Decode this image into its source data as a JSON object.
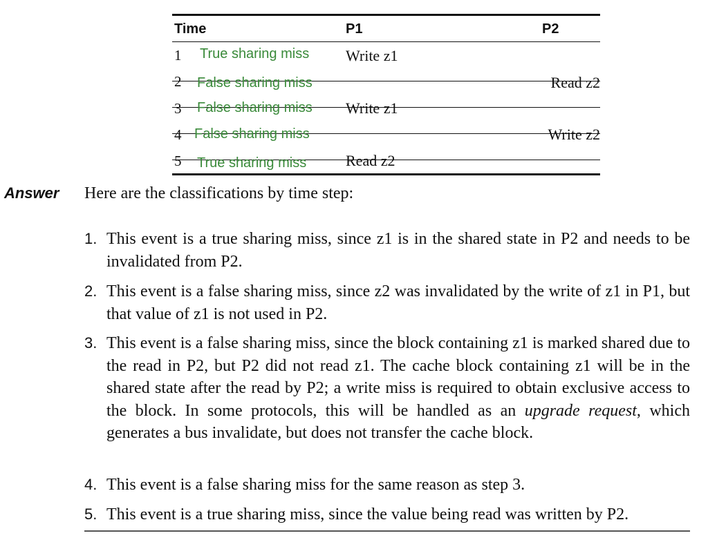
{
  "table": {
    "headers": [
      "Time",
      "P1",
      "P2"
    ],
    "rows": [
      {
        "time": "1",
        "classification": "True sharing miss",
        "p1": "Write z1",
        "p2": ""
      },
      {
        "time": "2",
        "classification": "False sharing miss",
        "p1": "",
        "p2": "Read z2"
      },
      {
        "time": "3",
        "classification": "False sharing miss",
        "p1": "Write z1",
        "p2": ""
      },
      {
        "time": "4",
        "classification": "False sharing miss",
        "p1": "",
        "p2": "Write z2"
      },
      {
        "time": "5",
        "classification": "True sharing miss",
        "p1": "Read z2",
        "p2": ""
      }
    ]
  },
  "answer": {
    "label": "Answer",
    "intro": "Here are the classifications by time step:",
    "items": [
      {
        "num": "1.",
        "text": "This event is a true sharing miss, since z1 is in the shared state in P2 and needs to be invalidated from P2."
      },
      {
        "num": "2.",
        "text": "This event is a false sharing miss, since z2 was invalidated by the write of z1 in P1, but that value of z1 is not used in P2."
      },
      {
        "num": "3.",
        "text_before": "This event is a false sharing miss, since the block containing z1 is marked shared due to the read in P2, but P2 did not read z1. The cache block containing z1 will be in the shared state after the read by P2; a write miss is required to obtain exclusive access to the block. In some protocols, this will be handled as an ",
        "emphasis": "upgrade request",
        "text_after": ", which generates a bus invalidate, but does not transfer the cache block."
      },
      {
        "num": "4.",
        "text": "This event is a false sharing miss for the same reason as step 3."
      },
      {
        "num": "5.",
        "text": "This event is a true sharing miss, since the value being read was written by P2."
      }
    ]
  }
}
